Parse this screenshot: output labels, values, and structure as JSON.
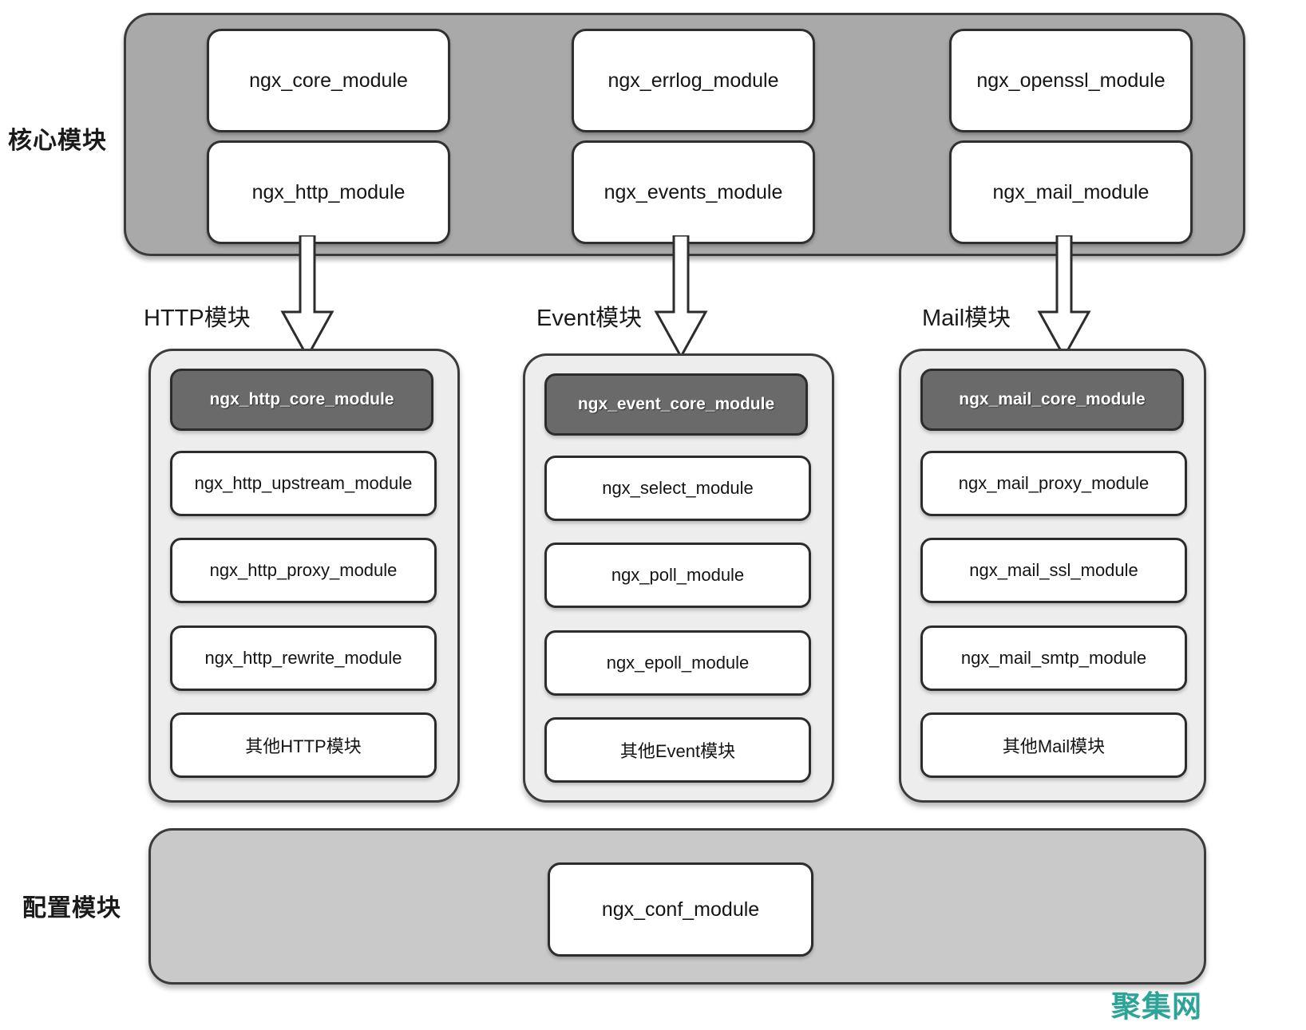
{
  "diagram": {
    "title": "nginx module architecture",
    "colors": {
      "core_panel_fill": "#a9a9a9",
      "config_panel_fill": "#c9c9c9",
      "group_container_fill": "#ededed",
      "module_fill": "#ffffff",
      "core_module_fill": "#6a6a6a",
      "stroke": "#2c2c2c",
      "watermark": "#2ea397"
    }
  },
  "side_labels": {
    "core": "核心模块",
    "config": "配置模块"
  },
  "core_panel": {
    "columns": [
      {
        "boxes": [
          "ngx_core_module",
          "ngx_http_module"
        ]
      },
      {
        "boxes": [
          "ngx_errlog_module",
          "ngx_events_module"
        ]
      },
      {
        "boxes": [
          "ngx_openssl_module",
          "ngx_mail_module"
        ]
      }
    ]
  },
  "group_labels": {
    "http": "HTTP模块",
    "event": "Event模块",
    "mail": "Mail模块"
  },
  "groups": [
    {
      "id": "http",
      "core_module": "ngx_http_core_module",
      "modules": [
        "ngx_http_upstream_module",
        "ngx_http_proxy_module",
        "ngx_http_rewrite_module",
        "其他HTTP模块"
      ]
    },
    {
      "id": "event",
      "core_module": "ngx_event_core_module",
      "modules": [
        "ngx_select_module",
        "ngx_poll_module",
        "ngx_epoll_module",
        "其他Event模块"
      ]
    },
    {
      "id": "mail",
      "core_module": "ngx_mail_core_module",
      "modules": [
        "ngx_mail_proxy_module",
        "ngx_mail_ssl_module",
        "ngx_mail_smtp_module",
        "其他Mail模块"
      ]
    }
  ],
  "config_panel": {
    "module": "ngx_conf_module"
  },
  "watermark": {
    "text": "聚集网"
  }
}
